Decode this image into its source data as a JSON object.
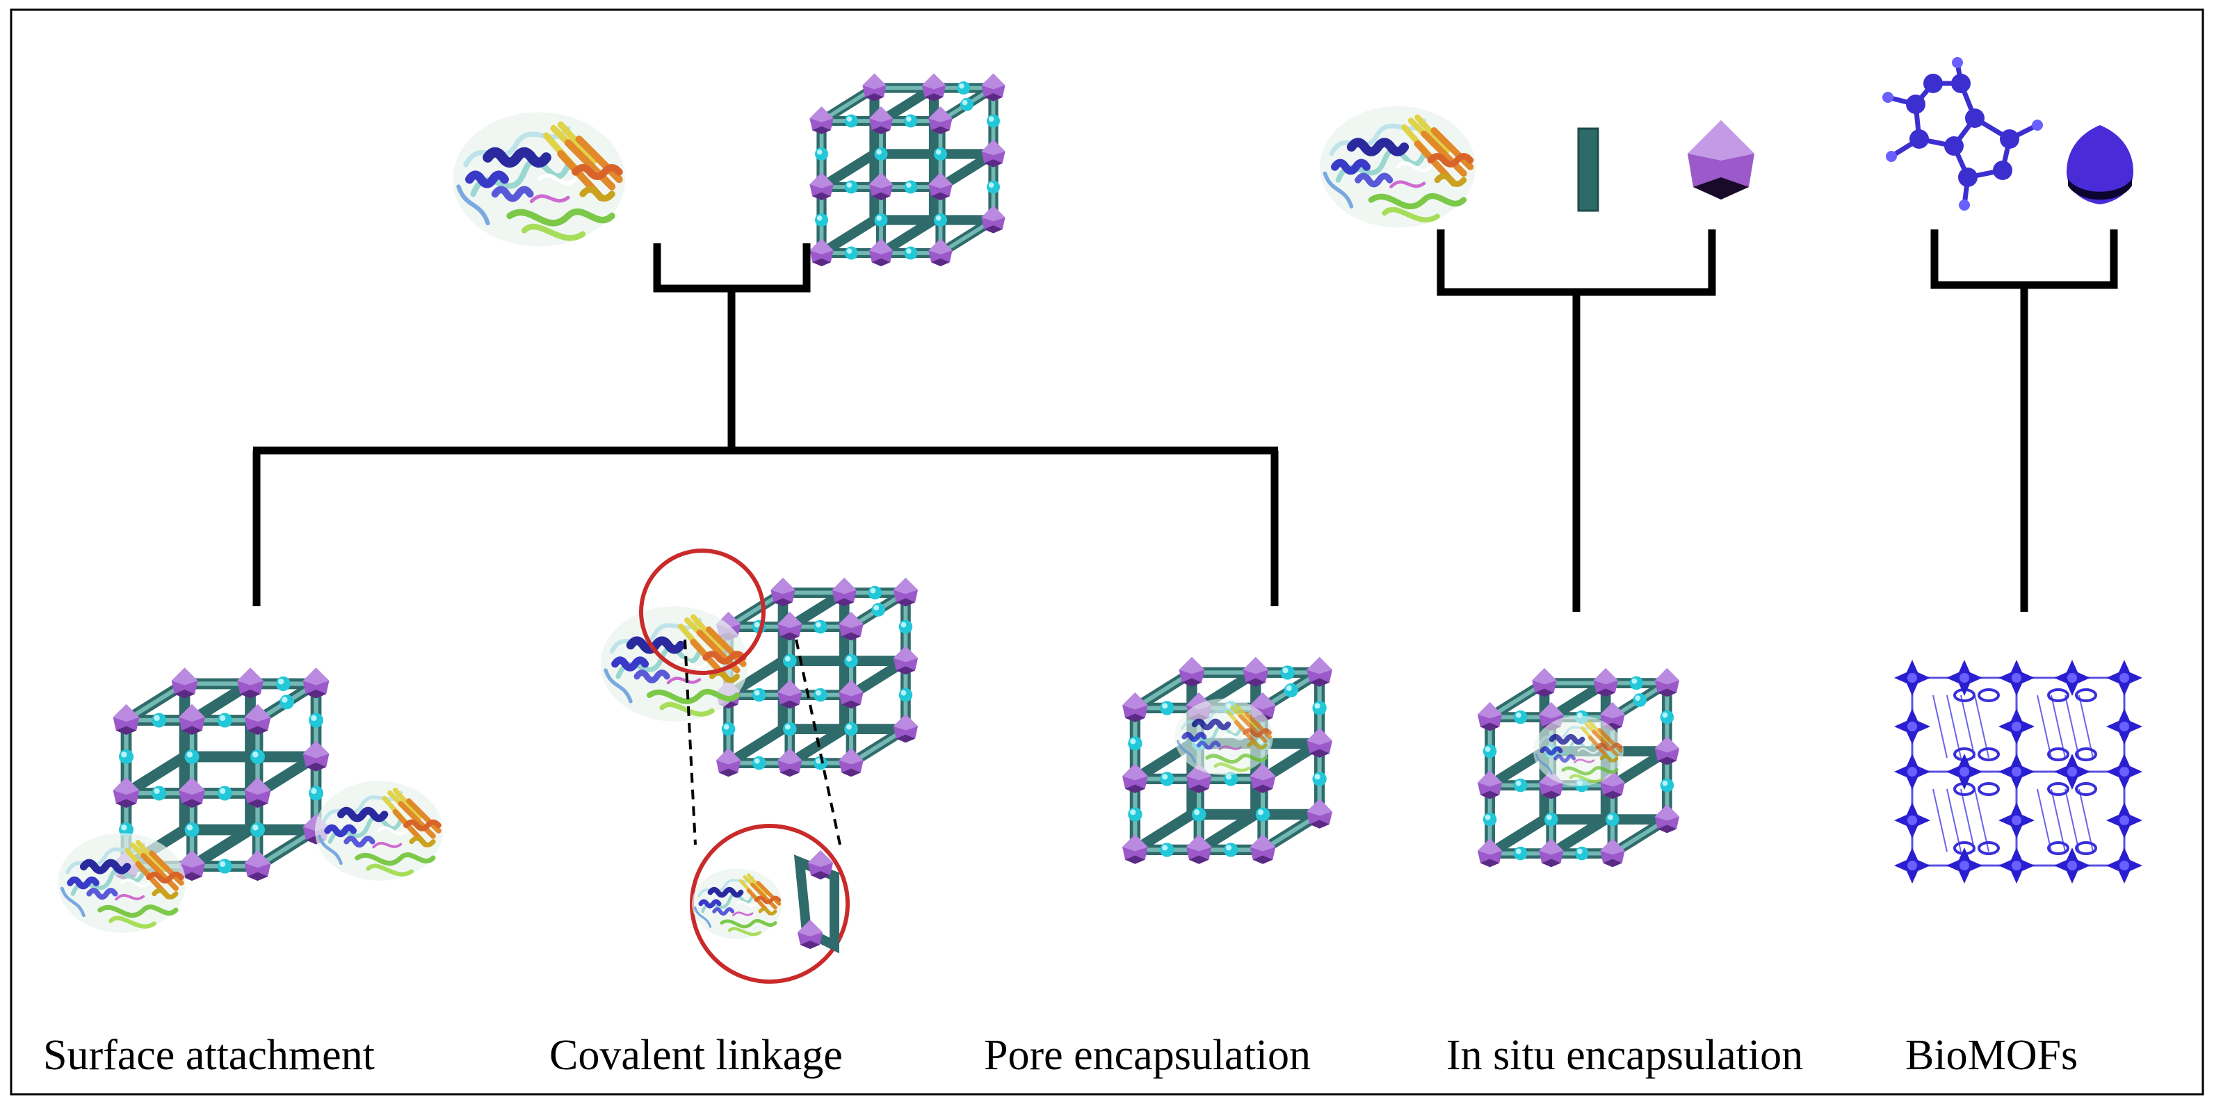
{
  "labels": {
    "surface": "Surface attachment",
    "covalent": "Covalent linkage",
    "pore": "Pore encapsulation",
    "insitu": "In situ encapsulation",
    "biomof": "BioMOFs"
  },
  "icons": {
    "enzyme": "enzyme-protein-ribbon-icon",
    "mof": "mof-cubic-lattice-icon",
    "linker": "organic-linker-rod-icon",
    "metal": "metal-node-octahedron-icon",
    "biomolecule": "biomolecule-ball-stick-icon",
    "biomof": "biomof-framework-icon"
  },
  "colors": {
    "connector": "#000000",
    "lattice_strut": "#5b9e9a",
    "lattice_strut_dark": "#2f6b6a",
    "metal_node": "#9b59c9",
    "metal_node_dark": "#6a2f96",
    "small_node": "#22c7d8",
    "linker_rod": "#2e6b68",
    "highlight_circle": "#c92a2a",
    "biomof_blue": "#2a1fd0",
    "border": "#000000"
  }
}
